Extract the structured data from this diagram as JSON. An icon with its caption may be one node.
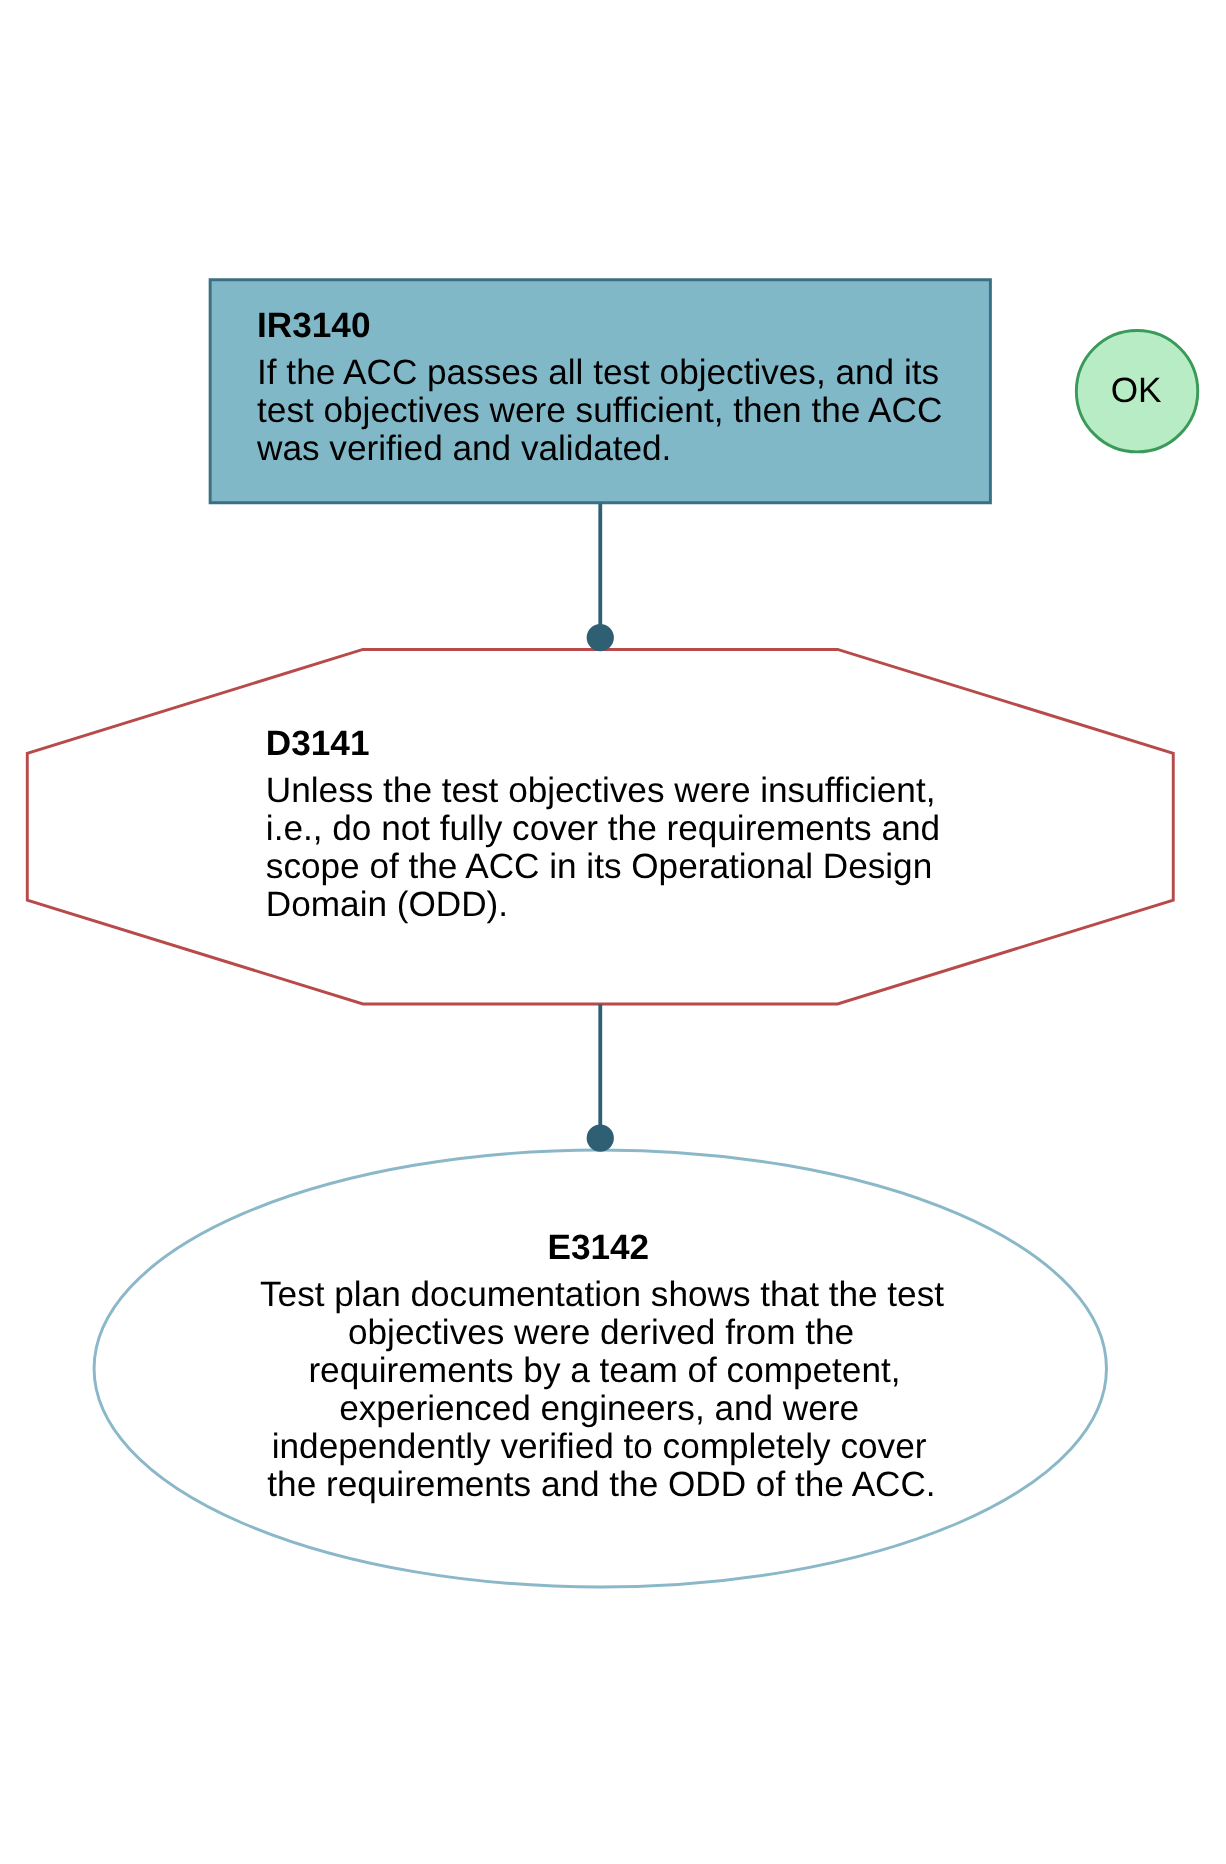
{
  "diagram": {
    "nodes": [
      {
        "text": [
          "IR3140",
          "If the ACC passes all test objectives, and its test objectives were sufficient, then the ACC was verified and validated."
        ]
      },
      {
        "text": [
          "D3141",
          "Unless the test objectives were insufficient, i.e., do not fully cover the requirements and scope of the ACC in its Operational Design Domain (ODD)."
        ]
      },
      {
        "text": [
          "E3142",
          "Test plan documentation shows that the test objectives were derived from the requirements by a team of competent, experienced engineers, and were independently verified to completely cover the requirements and the ODD of the ACC."
        ]
      },
      {
        "text": [
          "OK"
        ]
      }
    ],
    "edges": [
      {
        "from": 0,
        "to": 1,
        "arrow": "other"
      },
      {
        "from": 1,
        "to": 2,
        "arrow": "other"
      }
    ]
  }
}
